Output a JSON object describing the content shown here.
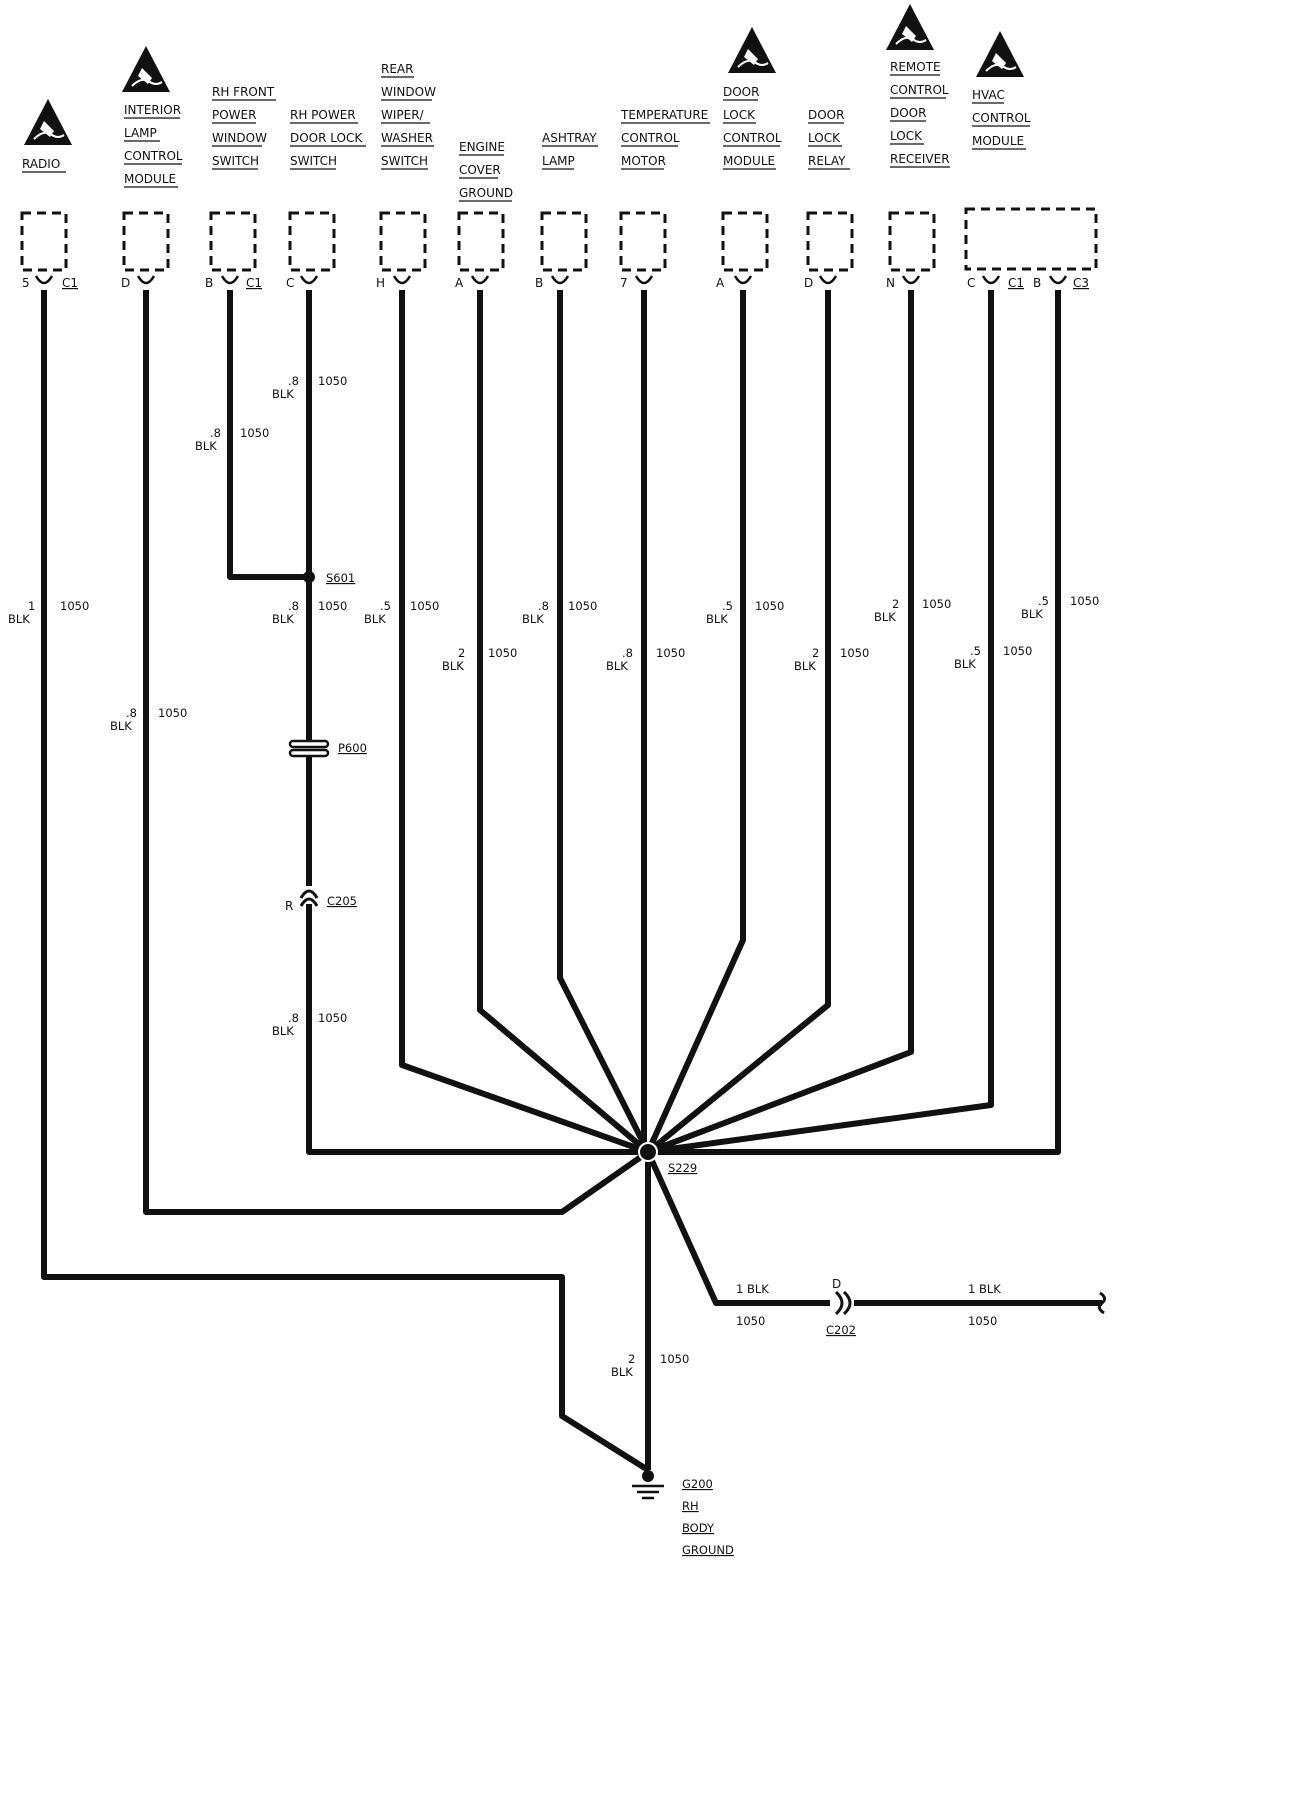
{
  "components": [
    {
      "id": "radio",
      "lines": [
        "RADIO"
      ]
    },
    {
      "id": "interior-lamp-control-module",
      "lines": [
        "INTERIOR",
        "LAMP",
        "CONTROL",
        "MODULE"
      ]
    },
    {
      "id": "rh-front-power-window-switch",
      "lines": [
        "RH FRONT",
        "POWER",
        "WINDOW",
        "SWITCH"
      ]
    },
    {
      "id": "rh-power-door-lock-switch",
      "lines": [
        "RH POWER",
        "DOOR LOCK",
        "SWITCH"
      ]
    },
    {
      "id": "rear-window-wiper-washer-switch",
      "lines": [
        "REAR",
        "WINDOW",
        "WIPER/",
        "WASHER",
        "SWITCH"
      ]
    },
    {
      "id": "engine-cover-ground",
      "lines": [
        "ENGINE",
        "COVER",
        "GROUND"
      ]
    },
    {
      "id": "ashtray-lamp",
      "lines": [
        "ASHTRAY",
        "LAMP"
      ]
    },
    {
      "id": "temperature-control-motor",
      "lines": [
        "TEMPERATURE",
        "CONTROL",
        "MOTOR"
      ]
    },
    {
      "id": "door-lock-control-module",
      "lines": [
        "DOOR",
        "LOCK",
        "CONTROL",
        "MODULE"
      ]
    },
    {
      "id": "door-lock-relay",
      "lines": [
        "DOOR",
        "LOCK",
        "RELAY"
      ]
    },
    {
      "id": "remote-control-door-lock-receiver",
      "lines": [
        "REMOTE",
        "CONTROL",
        "DOOR",
        "LOCK",
        "RECEIVER"
      ]
    },
    {
      "id": "hvac-control-module",
      "lines": [
        "HVAC",
        "CONTROL",
        "MODULE"
      ]
    }
  ],
  "pins": {
    "radio": "5",
    "radio_conn": "C1",
    "interior": "D",
    "rh_front": "B",
    "rh_front_conn": "C1",
    "rh_power": "C",
    "rear": "H",
    "engine": "A",
    "ashtray": "B",
    "temp": "7",
    "dlcm": "A",
    "relay": "D",
    "remote": "N",
    "hvac_1": "C",
    "hvac_1_conn": "C1",
    "hvac_2": "B",
    "hvac_2_conn": "C3"
  },
  "wire_labels": {
    "circuit": "1050",
    "blk": "BLK",
    "g_1": "1",
    "g_08": ".8",
    "g_05": ".5",
    "g_2": "2",
    "one_blk": "1 BLK"
  },
  "splices": {
    "s601": "S601",
    "s229": "S229"
  },
  "connectors": {
    "p600": "P600",
    "c205": "C205",
    "c205_pin": "R",
    "c202": "C202",
    "c202_pin": "D"
  },
  "ground": {
    "lines": [
      "G200",
      "RH",
      "BODY",
      "GROUND"
    ]
  },
  "colors": {
    "wire": "#111111",
    "background": "#ffffff"
  }
}
